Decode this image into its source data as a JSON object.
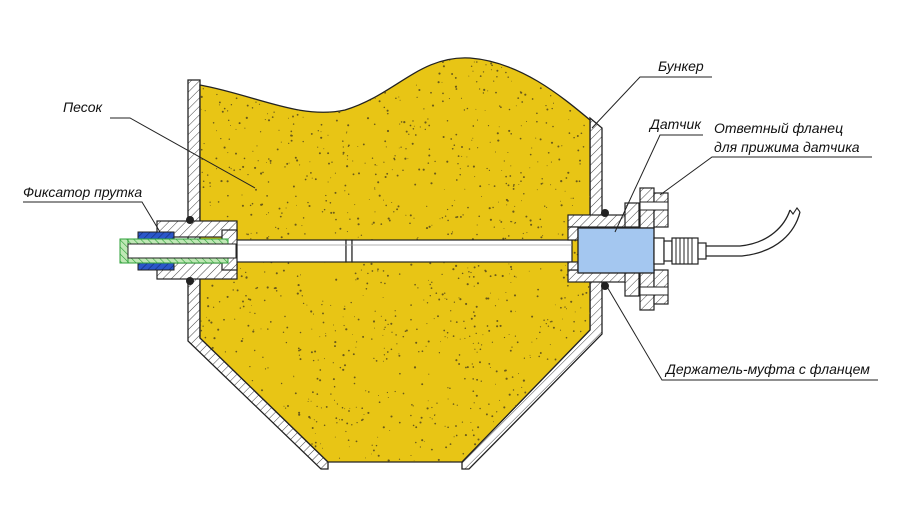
{
  "labels": {
    "sand": "Песок",
    "bunker": "Бункер",
    "sensor": "Датчик",
    "flange_line1": "Ответный фланец",
    "flange_line2": "для прижима датчика",
    "rod_fixer": "Фиксатор прутка",
    "holder": "Держатель-муфта с фланцем"
  },
  "colors": {
    "sand": "#e8c515",
    "sand_speck": "#6b5a1a",
    "sensor": "#a4c7f0",
    "fixer_blue": "#2b57c9",
    "fixer_green": "#2fa13a",
    "outline": "#222222",
    "hatch": "#444444"
  }
}
